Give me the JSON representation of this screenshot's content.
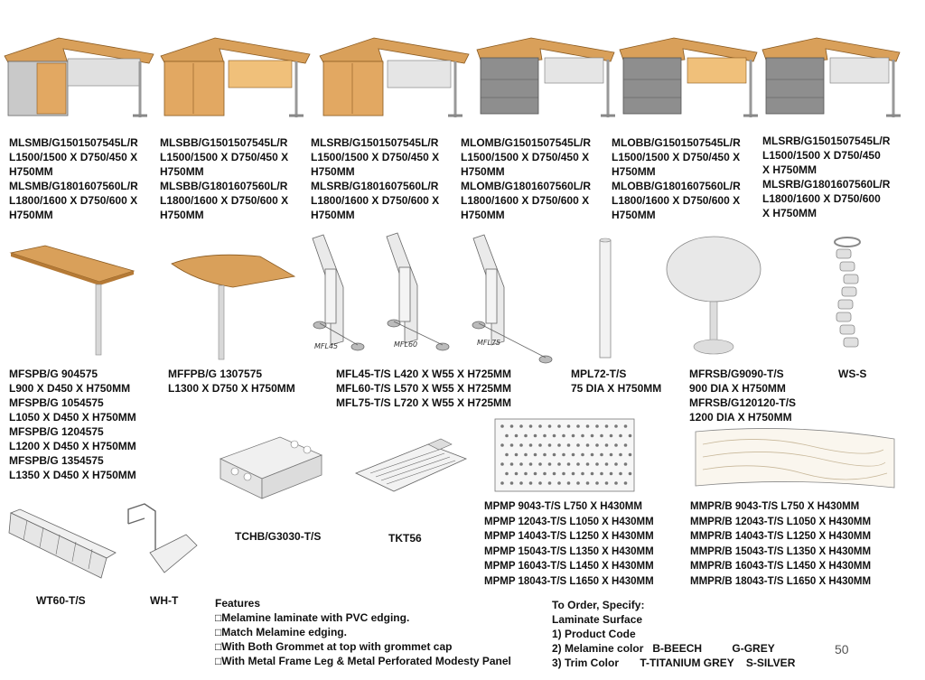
{
  "page_number": "50",
  "row1": [
    {
      "code": "MLSMB/G1501507545L/R\nL1500/1500 X D750/450 X\nH750MM\nMLSMB/G1801607560L/R\nL1800/1600 X D750/600 X\nH750MM"
    },
    {
      "code": "MLSBB/G1501507545L/R\nL1500/1500 X D750/450 X\nH750MM\nMLSBB/G1801607560L/R\nL1800/1600 X D750/600 X\nH750MM"
    },
    {
      "code": "MLSRB/G1501507545L/R\nL1500/1500 X D750/450 X\nH750MM\nMLSRB/G1801607560L/R\nL1800/1600 X D750/600 X\nH750MM"
    },
    {
      "code": "MLOMB/G1501507545L/R\nL1500/1500 X D750/450 X\nH750MM\nMLOMB/G1801607560L/R\nL1800/1600 X D750/600 X\nH750MM"
    },
    {
      "code": "MLOBB/G1501507545L/R\nL1500/1500 X D750/450 X\nH750MM\nMLOBB/G1801607560L/R\nL1800/1600 X D750/600 X\nH750MM"
    },
    {
      "code": "MLSRB/G1501507545L/R\nL1500/1500 X D750/450\nX H750MM\nMLSRB/G1801607560L/R\nL1800/1600 X D750/600\nX H750MM"
    }
  ],
  "row2": {
    "mfspb": "MFSPB/G 904575\nL900 X D450 X H750MM\nMFSPB/G 1054575\nL1050 X D450 X H750MM\nMFSPB/G 1204575\nL1200 X D450 X H750MM\nMFSPB/G 1354575\nL1350 X D450 X H750MM",
    "mffpb": "MFFPB/G 1307575\nL1300 X D750 X H750MM",
    "mfl": "MFL45-T/S  L420 X W55 X H725MM\nMFL60-T/S  L570 X W55 X H725MM\nMFL75-T/S  L720 X W55 X H725MM",
    "mfl_tags": [
      "MFL45",
      "MFL60",
      "MFL75"
    ],
    "mpl": "MPL72-T/S\n75 DIA X H750MM",
    "mfrsb": "MFRSB/G9090-T/S\n900 DIA X H750MM\nMFRSB/G120120-T/S\n1200 DIA X H750MM",
    "ws": "WS-S"
  },
  "row3": {
    "tchb": "TCHB/G3030-T/S",
    "tkt": "TKT56",
    "mpmp": "MPMP 9043-T/S  L750 X H430MM\nMPMP 12043-T/S  L1050 X H430MM\nMPMP 14043-T/S  L1250 X H430MM\nMPMP 15043-T/S  L1350 X H430MM\nMPMP 16043-T/S  L1450 X H430MM\nMPMP 18043-T/S  L1650 X H430MM",
    "mmpr": "MMPR/B 9043-T/S  L750 X H430MM\nMMPR/B 12043-T/S  L1050 X H430MM\nMMPR/B 14043-T/S  L1250 X H430MM\nMMPR/B 15043-T/S  L1350 X H430MM\nMMPR/B 16043-T/S  L1450 X H430MM\nMMPR/B 18043-T/S  L1650 X H430MM",
    "wt": "WT60-T/S",
    "wh": "WH-T"
  },
  "features": {
    "heading": "Features",
    "items": [
      "□Melamine laminate with PVC edging.",
      "□Match Melamine edging.",
      "□With Both Grommet at top with grommet cap",
      "□With Metal Frame Leg & Metal Perforated Modesty Panel"
    ]
  },
  "order": {
    "heading": "To Order, Specify:",
    "sub": "Laminate Surface",
    "line1": "1) Product Code",
    "line2": "2) Melamine color   B-BEECH          G-GREY",
    "line3": "3) Trim Color       T-TITANIUM GREY    S-SILVER"
  },
  "colors": {
    "beech": "#d9a05a",
    "beech_dark": "#b57a36",
    "grey": "#9a9a9a",
    "silver": "#cfcfcf"
  }
}
